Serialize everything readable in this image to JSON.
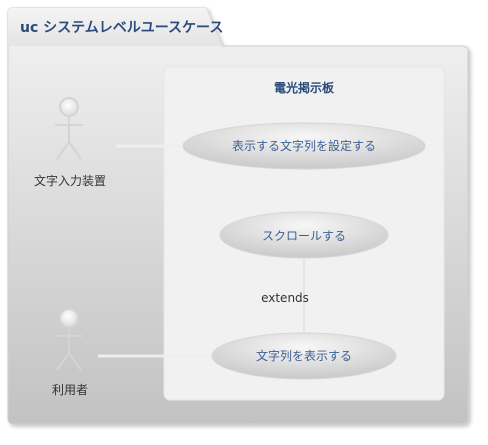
{
  "frame": {
    "title": "uc システムレベルユースケース"
  },
  "system": {
    "title": "電光掲示板"
  },
  "actors": [
    {
      "id": "input-device",
      "name": "文字入力装置"
    },
    {
      "id": "user",
      "name": "利用者"
    }
  ],
  "use_cases": [
    {
      "id": "set-string",
      "name": "表示する文字列を設定する"
    },
    {
      "id": "scroll",
      "name": "スクロールする"
    },
    {
      "id": "display-string",
      "name": "文字列を表示する"
    }
  ],
  "relations": {
    "extends_label": "extends"
  },
  "colors": {
    "title_text": "#2a4a7b",
    "usecase_text": "#3b5f93",
    "actor_text": "#333333",
    "frame_gradient_top": "#f2f2f2",
    "frame_gradient_bottom": "#c4c4c4",
    "system_fill": "#f1f1f1",
    "actor_fill": "#f8f8f8",
    "actor_stroke": "#d4d4d4",
    "usecase_light": "#f7f7f7",
    "usecase_dark": "#c6c6c6",
    "line": "#eeeeee"
  }
}
